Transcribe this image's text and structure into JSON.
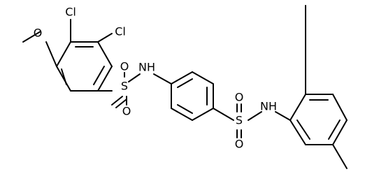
{
  "molecule": {
    "atoms": {
      "cl1": "Cl",
      "cl2": "Cl",
      "o_methoxy": "O",
      "nh_left": "NH",
      "s_left": "S",
      "o_left_top": "O",
      "o_left_bottom": "O",
      "s_right": "S",
      "o_right_top": "O",
      "o_right_bottom": "O",
      "nh_right": "NH"
    }
  }
}
